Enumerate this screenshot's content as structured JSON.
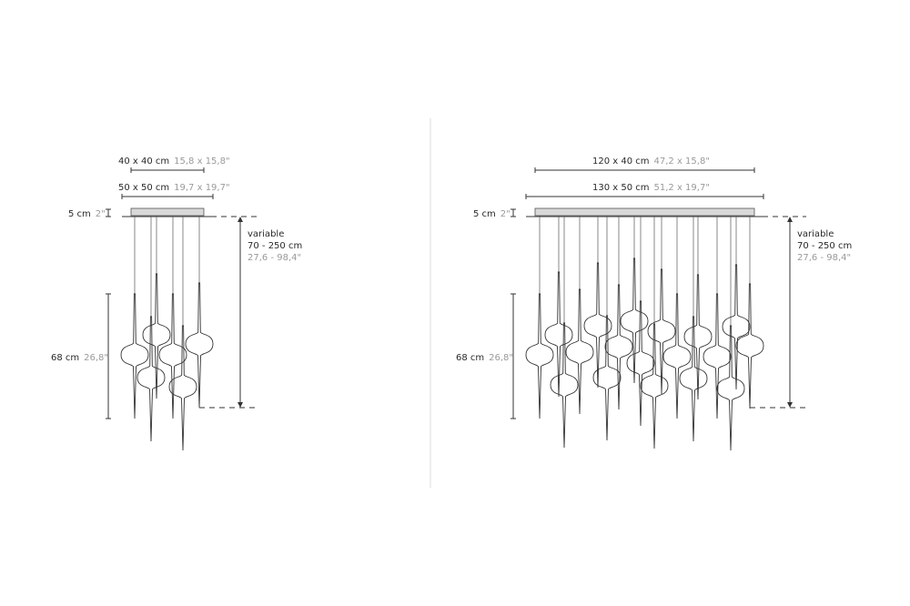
{
  "left": {
    "width_small": {
      "cm": "40 x 40 cm",
      "in": "15,8 x 15,8\""
    },
    "width_large": {
      "cm": "50 x 50 cm",
      "in": "19,7 x 19,7\""
    },
    "canopy_height": {
      "cm": "5 cm",
      "in": "2\""
    },
    "pendant_height": {
      "cm": "68 cm",
      "in": "26,8\""
    },
    "drop": {
      "label": "variable",
      "cm": "70 - 250 cm",
      "in": "27,6 - 98,4\""
    }
  },
  "right": {
    "width_small": {
      "cm": "120 x 40 cm",
      "in": "47,2 x 15,8\""
    },
    "width_large": {
      "cm": "130 x 50 cm",
      "in": "51,2 x 19,7\""
    },
    "canopy_height": {
      "cm": "5 cm",
      "in": "2\""
    },
    "pendant_height": {
      "cm": "68 cm",
      "in": "26,8\""
    },
    "drop": {
      "label": "variable",
      "cm": "70 - 250 cm",
      "in": "27,6 - 98,4\""
    }
  },
  "colors": {
    "line": "#333333",
    "canopy": "#d9d9d9",
    "secondary_text": "#9a9a9a"
  }
}
